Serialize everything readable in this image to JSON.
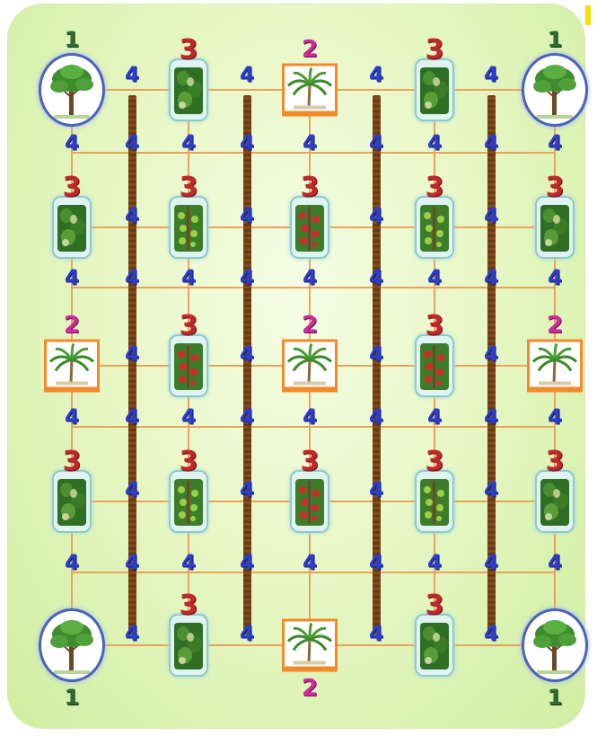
{
  "colors": {
    "background_light": "#f4fde4",
    "background_dark": "#cfeea0",
    "grid_line": "#e7a45a",
    "pole": "#6b3a12",
    "label_1": "#2f6b35",
    "label_2": "#cc2b9a",
    "label_3": "#c0282b",
    "label_4": "#2c3fcc"
  },
  "icons": {
    "type_1": "round-tree-icon",
    "type_2": "palm-tree-icon",
    "type_3_a": "vine-jar-icon",
    "type_3_b": "fruit-jar-icon"
  },
  "labels": {
    "type_1": "1",
    "type_2": "2",
    "type_3": "3",
    "type_4": "4"
  }
}
